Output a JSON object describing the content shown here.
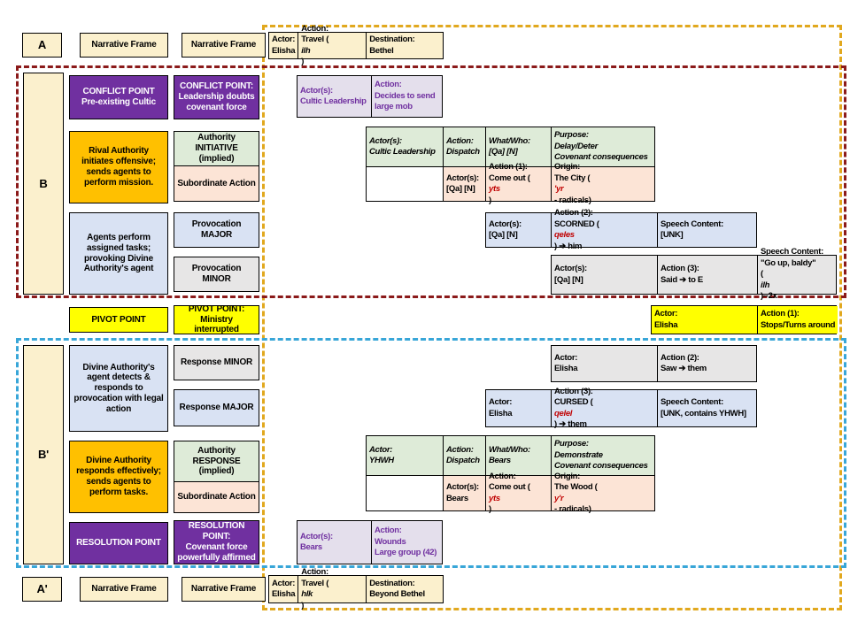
{
  "colors": {
    "purple_accent": "#7030A0",
    "orange_accent": "#FFC000",
    "pivot_yellow": "#FFFF00",
    "hebrew_highlight_red": "#C00000",
    "section_b_border": "#8B1A1A",
    "section_b_prime_border": "#38A6D8",
    "outer_border": "#E1A81E"
  },
  "row_a": {
    "label": "A",
    "frame1": "Narrative Frame",
    "frame2": "Narrative Frame",
    "actor": "Actor:\nElisha",
    "action": "Action:\nTravel ([[i:ilh]] )",
    "destination": "Destination:\nBethel"
  },
  "section_b": {
    "label": "B",
    "conflict_summary": "CONFLICT POINT\nPre-existing Cultic",
    "conflict_detail": "CONFLICT POINT:\nLeadership doubts\ncovenant force",
    "mob_actor": "Actor(s):\nCultic Leadership",
    "mob_action": "Action:\nDecides to send\nlarge mob",
    "rival_summary": "Rival Authority initiates offensive; sends agents to perform mission.",
    "authority_initiative": "Authority INITIATIVE\n(implied)",
    "subordinate_action": "Subordinate Action",
    "d_h_actor": "Actor(s):\nCultic Leadership",
    "d_h_action": "Action:\nDispatch",
    "d_h_what": "What/Who:\n[Qa] [N]",
    "d_h_purpose": "Purpose:\nDelay/Deter\nCovenant consequences",
    "d_r_actor": "Actor(s):\n[Qa] [N]",
    "d_r_action": "Action (1):\nCome out ([[r:yts]] )",
    "d_r_origin": "Origin:\nThe City ([[r:'yr]] - radicals)",
    "agents_summary": "Agents perform assigned tasks; provoking Divine Authority's agent",
    "provocation_major": "Provocation MAJOR",
    "provocation_minor": "Provocation MINOR",
    "scorn_actor": "Actor(s):\n[Qa] [N]",
    "scorn_action": "Action (2):\nSCORNED ([[r:qeles]] ) ➔ him",
    "scorn_speech": "Speech Content:\n[UNK]",
    "said_actor": "Actor(s):\n[Qa] [N]",
    "said_action": "Action (3):\nSaid ➔ to E",
    "said_speech": "Speech Content:\n\"Go up, baldy\"\n([[i:ilh]] )--2x"
  },
  "pivot": {
    "summary": "PIVOT POINT",
    "detail": "PIVOT POINT:\nMinistry interrupted",
    "actor": "Actor:\nElisha",
    "action": "Action (1):\nStops/Turns around"
  },
  "section_b_prime": {
    "label": "B'",
    "detects_summary": "Divine Authority's agent detects & responds to provocation with legal action",
    "response_minor": "Response MINOR",
    "response_major": "Response MAJOR",
    "saw_actor": "Actor:\nElisha",
    "saw_action": "Action (2):\nSaw ➔ them",
    "cursed_actor": "Actor:\nElisha",
    "cursed_action": "Action (3):\nCURSED ([[r:qelel]] ) ➔ them",
    "cursed_speech": "Speech Content:\n[UNK, contains YHWH]",
    "responds_summary": "Divine Authority responds effectively; sends agents to perform tasks.",
    "authority_response": "Authority RESPONSE\n(implied)",
    "subordinate_action": "Subordinate Action",
    "y_h_actor": "Actor:\nYHWH",
    "y_h_action": "Action:\nDispatch",
    "y_h_what": "What/Who:\nBears",
    "y_h_purpose": "Purpose:\nDemonstrate\nCovenant consequences",
    "y_r_actor": "Actor(s):\nBears",
    "y_r_action": "Action:\nCome out ([[r:yts]] )",
    "y_r_origin": "Origin:\nThe Wood ([[r:y'r]] - radicals)",
    "resolution_summary": "RESOLUTION POINT",
    "resolution_detail": "RESOLUTION POINT:\nCovenant force\npowerfully affirmed",
    "bears_actor": "Actor(s):\nBears",
    "bears_action": "Action:\nWounds\nLarge group (42)"
  },
  "row_a_prime": {
    "label": "A'",
    "frame1": "Narrative Frame",
    "frame2": "Narrative Frame",
    "actor": "Actor:\nElisha",
    "action": "Action:\nTravel ([[i:hlk]])",
    "destination": "Destination:\nBeyond Bethel"
  }
}
